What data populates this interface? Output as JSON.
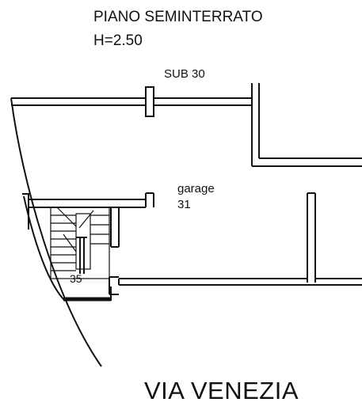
{
  "title": {
    "level": "PIANO SEMINTERRATO",
    "height": "H=2.50"
  },
  "neighbor_unit": "SUB 30",
  "room": {
    "name": "garage",
    "number": "31"
  },
  "stair_number": "35",
  "street": "VIA VENEZIA",
  "colors": {
    "line": "#111111",
    "background": "#ffffff"
  }
}
